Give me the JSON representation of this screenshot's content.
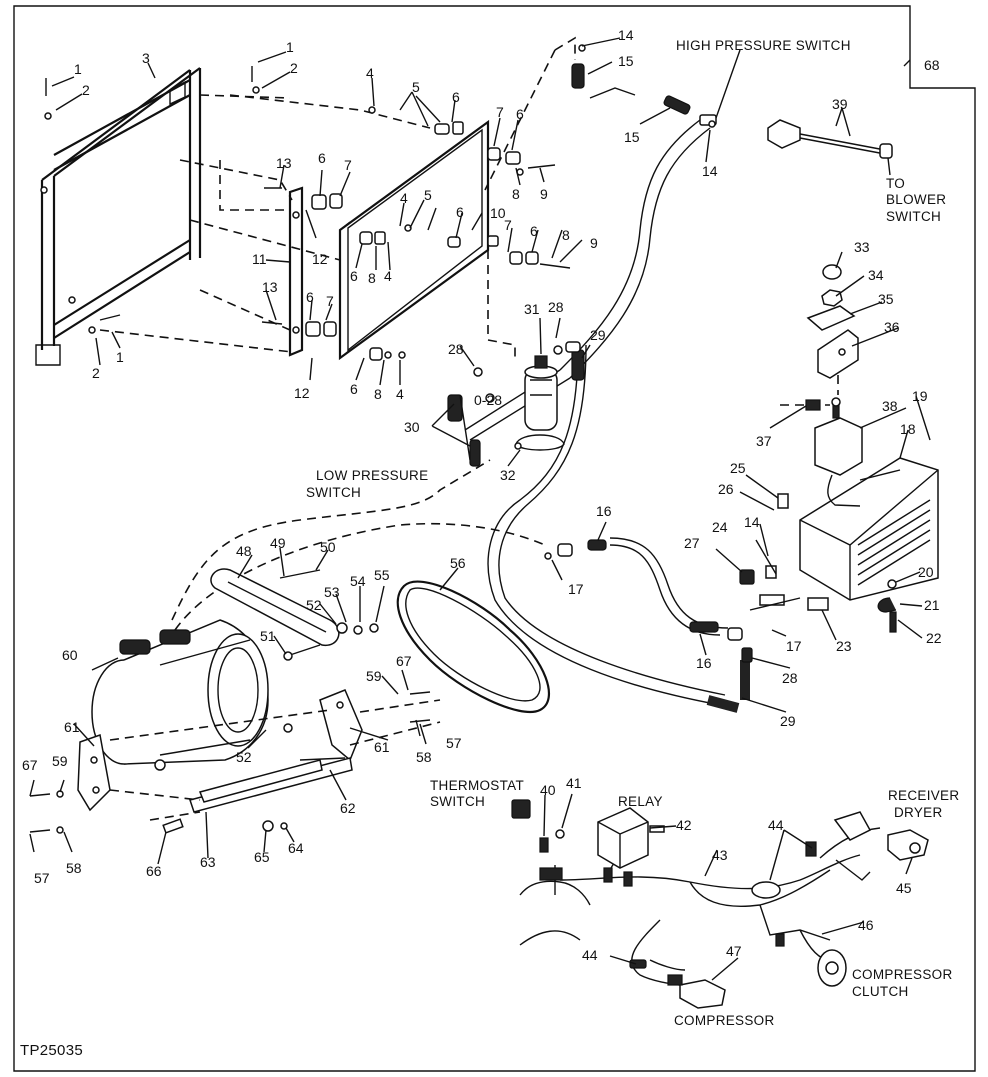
{
  "figure_id": "TP25035",
  "captions": {
    "high_pressure_switch": "HIGH PRESSURE SWITCH",
    "to_blower_1": "TO",
    "to_blower_2": "BLOWER",
    "to_blower_3": "SWITCH",
    "low_pressure_1": "LOW PRESSURE",
    "low_pressure_2": "SWITCH",
    "thermostat_1": "THERMOSTAT",
    "thermostat_2": "SWITCH",
    "relay": "RELAY",
    "receiver_1": "RECEIVER",
    "receiver_2": "DRYER",
    "compressor_clutch_1": "COMPRESSOR",
    "compressor_clutch_2": "CLUTCH",
    "compressor": "COMPRESSOR"
  },
  "callouts": {
    "c1a": "1",
    "c1b": "1",
    "c1c": "1",
    "c2a": "2",
    "c2b": "2",
    "c2c": "2",
    "c3": "3",
    "c4a": "4",
    "c4b": "4",
    "c4c": "4",
    "c4d": "4",
    "c5a": "5",
    "c5b": "5",
    "c6a": "6",
    "c6b": "6",
    "c6c": "6",
    "c6d": "6",
    "c6e": "6",
    "c6f": "6",
    "c6g": "6",
    "c6h": "6",
    "c7a": "7",
    "c7b": "7",
    "c7c": "7",
    "c7d": "7",
    "c8a": "8",
    "c8b": "8",
    "c8c": "8",
    "c8d": "8",
    "c9a": "9",
    "c9b": "9",
    "c10": "10",
    "c11": "11",
    "c12a": "12",
    "c12b": "12",
    "c12c": "12",
    "c13a": "13",
    "c13b": "13",
    "c14a": "14",
    "c14b": "14",
    "c14c": "14",
    "c15a": "15",
    "c15b": "15",
    "c16a": "16",
    "c16b": "16",
    "c17a": "17",
    "c17b": "17",
    "c18": "18",
    "c19": "19",
    "c20": "20",
    "c21": "21",
    "c22": "22",
    "c23": "23",
    "c24": "24",
    "c25": "25",
    "c26": "26",
    "c27": "27",
    "c28a": "28",
    "c28b": "28",
    "c28c": "0-28",
    "c28d": "28",
    "c29a": "29",
    "c29b": "29",
    "c30": "30",
    "c31": "31",
    "c32": "32",
    "c33": "33",
    "c34": "34",
    "c35": "35",
    "c36": "36",
    "c37": "37",
    "c38": "38",
    "c39": "39",
    "c40": "40",
    "c41": "41",
    "c42": "42",
    "c43": "43",
    "c44a": "44",
    "c44b": "44",
    "c45": "45",
    "c46": "46",
    "c47": "47",
    "c48": "48",
    "c49": "49",
    "c50": "50",
    "c51": "51",
    "c52a": "52",
    "c52b": "52",
    "c53": "53",
    "c54": "54",
    "c55": "55",
    "c56": "56",
    "c57a": "57",
    "c57b": "57",
    "c58a": "58",
    "c58b": "58",
    "c59a": "59",
    "c59b": "59",
    "c60": "60",
    "c61a": "61",
    "c61b": "61",
    "c62": "62",
    "c63": "63",
    "c64": "64",
    "c65": "65",
    "c66": "66",
    "c67a": "67",
    "c67b": "67",
    "c68": "68"
  }
}
